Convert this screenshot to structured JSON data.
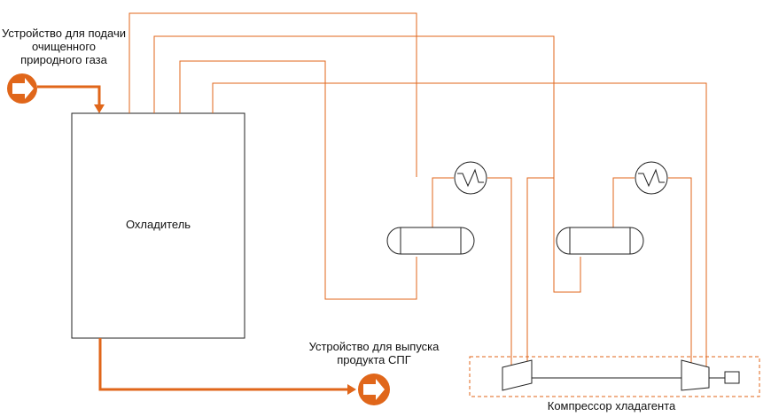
{
  "labels": {
    "feed_device": "Устройство для подачи очищенного природного газа",
    "cooler": "Охладитель",
    "lng_outlet": "Устройство для выпуска продукта СПГ",
    "compressor": "Компрессор хладагента"
  },
  "colors": {
    "pipe": "#e0661a",
    "outline": "#222222",
    "dashed_box": "#e0661a"
  },
  "icons": [
    "arrow-circle-icon",
    "heat-exchanger-icon",
    "separator-drum-icon",
    "compressor-icon",
    "motor-icon"
  ]
}
